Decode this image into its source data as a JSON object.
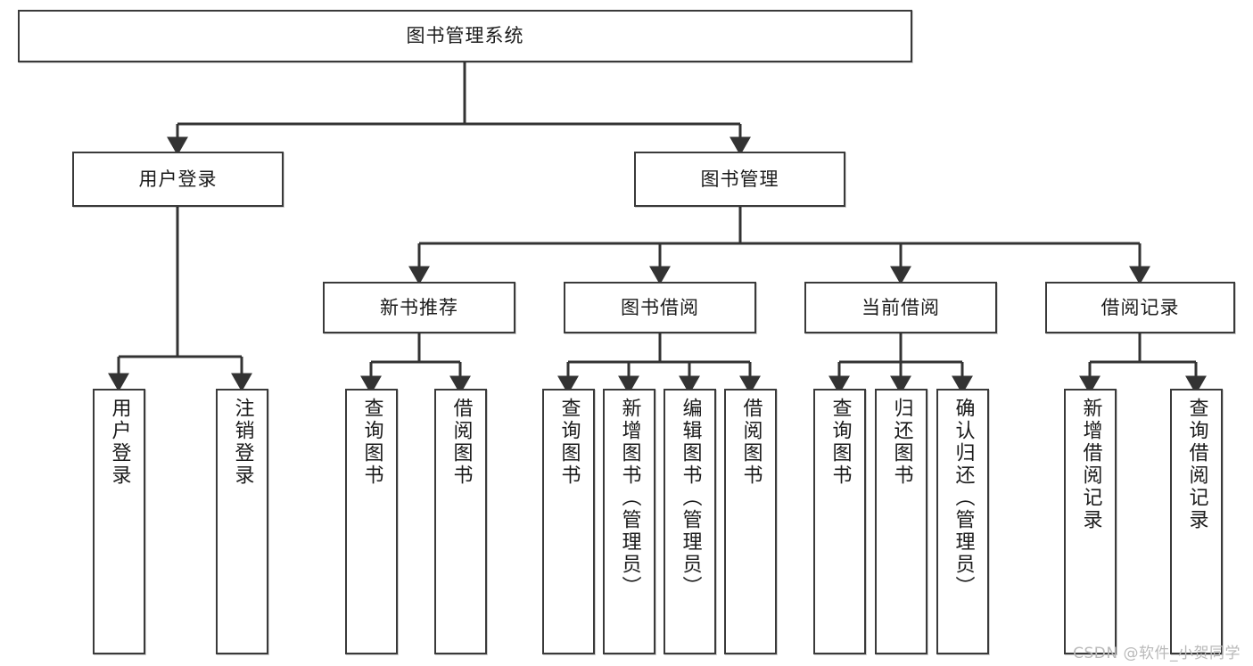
{
  "diagram": {
    "title": "图书管理系统",
    "type": "tree",
    "orientation": "top-down",
    "colors": {
      "box_border": "#3a3a3a",
      "box_fill": "#ffffff",
      "edge": "#333333",
      "text": "#1b1b1b",
      "watermark": "#b9b9b9",
      "background": "#ffffff"
    },
    "nodes": {
      "root": {
        "label": "图书管理系统",
        "level": 0,
        "text_dir": "horizontal"
      },
      "l1": [
        {
          "id": "user_login",
          "label": "用户登录",
          "text_dir": "horizontal"
        },
        {
          "id": "book_mgmt",
          "label": "图书管理",
          "text_dir": "horizontal"
        }
      ],
      "l2": [
        {
          "id": "new_book_rec",
          "label": "新书推荐",
          "parent": "book_mgmt",
          "text_dir": "horizontal"
        },
        {
          "id": "book_borrow",
          "label": "图书借阅",
          "parent": "book_mgmt",
          "text_dir": "horizontal"
        },
        {
          "id": "current_borrow",
          "label": "当前借阅",
          "parent": "book_mgmt",
          "text_dir": "horizontal"
        },
        {
          "id": "borrow_record",
          "label": "借阅记录",
          "parent": "book_mgmt",
          "text_dir": "horizontal"
        }
      ],
      "leaves": [
        {
          "id": "leaf_user_login",
          "label": "用户登录",
          "parent": "user_login",
          "text_dir": "vertical"
        },
        {
          "id": "leaf_logout",
          "label": "注销登录",
          "parent": "user_login",
          "text_dir": "vertical"
        },
        {
          "id": "leaf_query_book_1",
          "label": "查询图书",
          "parent": "new_book_rec",
          "text_dir": "vertical"
        },
        {
          "id": "leaf_borrow_book_1",
          "label": "借阅图书",
          "parent": "new_book_rec",
          "text_dir": "vertical"
        },
        {
          "id": "leaf_query_book_2",
          "label": "查询图书",
          "parent": "book_borrow",
          "text_dir": "vertical"
        },
        {
          "id": "leaf_add_book",
          "label": "新增图书（管理员）",
          "parent": "book_borrow",
          "text_dir": "vertical"
        },
        {
          "id": "leaf_edit_book",
          "label": "编辑图书（管理员）",
          "parent": "book_borrow",
          "text_dir": "vertical"
        },
        {
          "id": "leaf_borrow_book_2",
          "label": "借阅图书",
          "parent": "book_borrow",
          "text_dir": "vertical"
        },
        {
          "id": "leaf_query_book_3",
          "label": "查询图书",
          "parent": "current_borrow",
          "text_dir": "vertical"
        },
        {
          "id": "leaf_return_book",
          "label": "归还图书",
          "parent": "current_borrow",
          "text_dir": "vertical"
        },
        {
          "id": "leaf_confirm_return",
          "label": "确认归还（管理员）",
          "parent": "current_borrow",
          "text_dir": "vertical"
        },
        {
          "id": "leaf_add_record",
          "label": "新增借阅记录",
          "parent": "borrow_record",
          "text_dir": "vertical"
        },
        {
          "id": "leaf_query_record",
          "label": "查询借阅记录",
          "parent": "borrow_record",
          "text_dir": "vertical"
        }
      ]
    }
  },
  "watermark": {
    "text": "CSDN @软件_小贺同学"
  }
}
